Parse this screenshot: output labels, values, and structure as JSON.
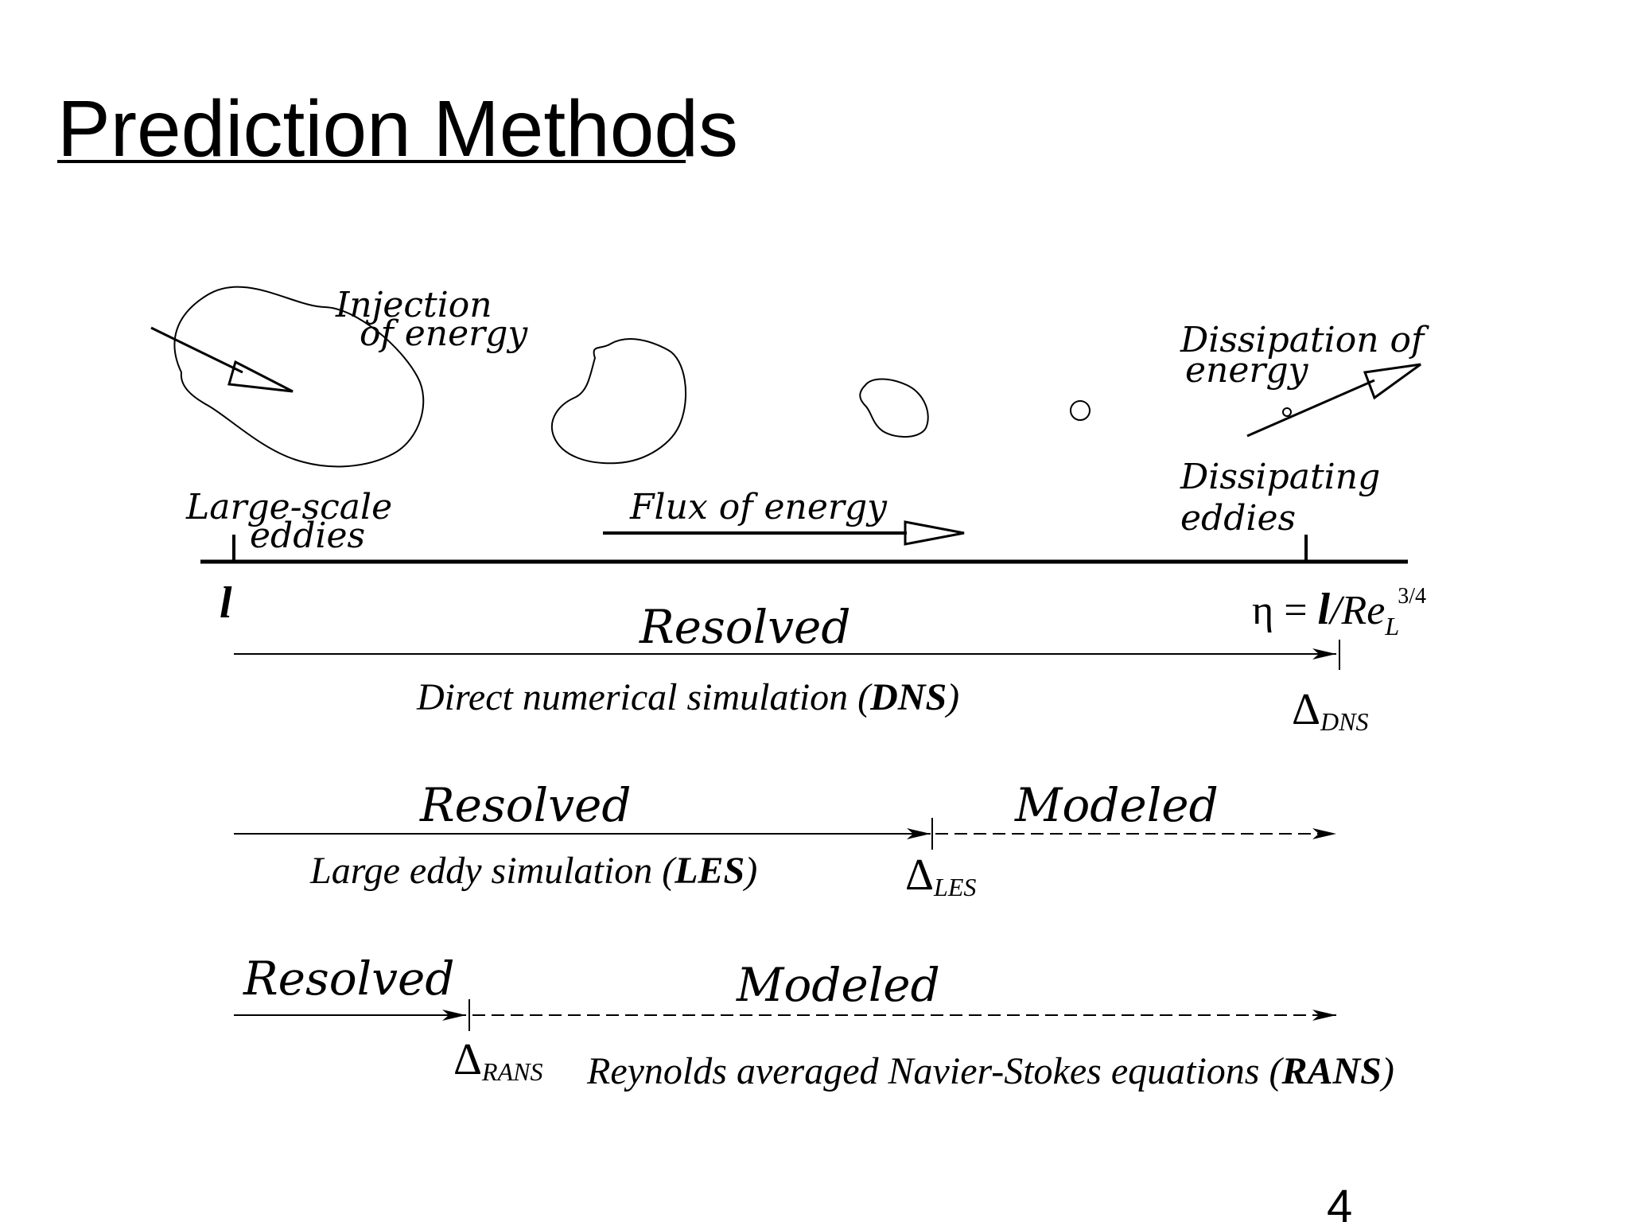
{
  "slide": {
    "title": "Prediction Methods",
    "page_number": "4"
  },
  "cascade": {
    "injection_line1": "Injection",
    "injection_line2": "of energy",
    "dissipation_line1": "Dissipation of",
    "dissipation_line2": "energy",
    "large_scale_line1": "Large-scale",
    "large_scale_line2": "eddies",
    "flux_label": "Flux of energy",
    "dissipating_line1": "Dissipating",
    "dissipating_line2": "eddies",
    "large_scale_symbol": "l",
    "kolmogorov": {
      "eta": "η",
      "equals": " = ",
      "l": "l",
      "slash_re": "/Re",
      "subscript": "L",
      "superscript": "3/4"
    }
  },
  "methods": {
    "dns": {
      "resolved_label": "Resolved",
      "caption_pre": "Direct numerical simulation (",
      "caption_bold": "DNS",
      "caption_post": ")",
      "delta_symbol": "Δ",
      "delta_subscript": "DNS"
    },
    "les": {
      "resolved_label": "Resolved",
      "modeled_label": "Modeled",
      "caption_pre": "Large eddy simulation (",
      "caption_bold": "LES",
      "caption_post": ")",
      "delta_symbol": "Δ",
      "delta_subscript": "LES"
    },
    "rans": {
      "resolved_label": "Resolved",
      "modeled_label": "Modeled",
      "caption_pre": "Reynolds averaged Navier-Stokes equations (",
      "caption_bold": "RANS",
      "caption_post": ")",
      "delta_symbol": "Δ",
      "delta_subscript": "RANS"
    }
  }
}
